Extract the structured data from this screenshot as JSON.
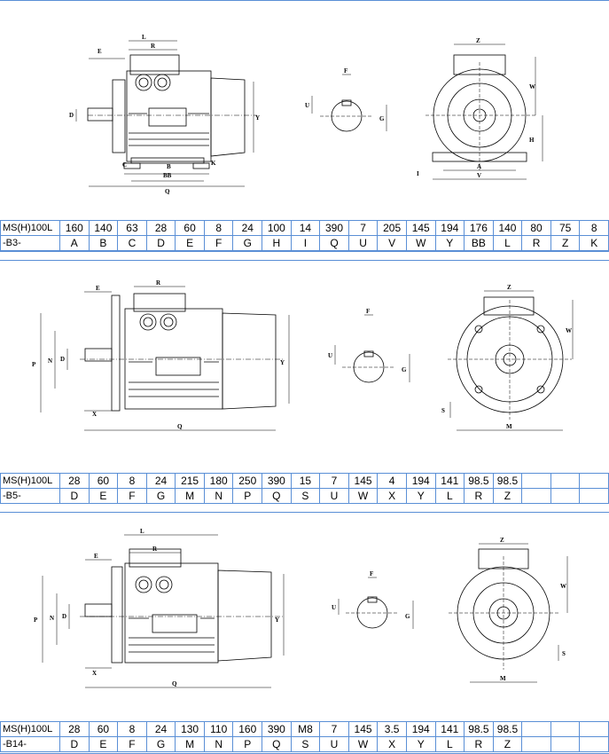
{
  "panels": [
    {
      "id": "b3",
      "model": "MS(H)100L",
      "mount": "-B3-",
      "values": [
        "160",
        "140",
        "63",
        "28",
        "60",
        "8",
        "24",
        "100",
        "14",
        "390",
        "7",
        "205",
        "145",
        "194",
        "176",
        "140",
        "80",
        "75",
        "8"
      ],
      "codes": [
        "A",
        "B",
        "C",
        "D",
        "E",
        "F",
        "G",
        "H",
        "I",
        "Q",
        "U",
        "V",
        "W",
        "Y",
        "BB",
        "L",
        "R",
        "Z",
        "K"
      ],
      "drawing_labels": {
        "side": [
          "L",
          "R",
          "E",
          "D",
          "C",
          "B",
          "BB",
          "K",
          "Q",
          "Y"
        ],
        "key": [
          "F",
          "U",
          "G"
        ],
        "front": [
          "Z",
          "W",
          "H",
          "I",
          "A",
          "V"
        ]
      }
    },
    {
      "id": "b5",
      "model": "MS(H)100L",
      "mount": "-B5-",
      "values": [
        "28",
        "60",
        "8",
        "24",
        "215",
        "180",
        "250",
        "390",
        "15",
        "7",
        "145",
        "4",
        "194",
        "141",
        "98.5",
        "98.5",
        "",
        "",
        ""
      ],
      "codes": [
        "D",
        "E",
        "F",
        "G",
        "M",
        "N",
        "P",
        "Q",
        "S",
        "U",
        "W",
        "X",
        "Y",
        "L",
        "R",
        "Z",
        "",
        "",
        ""
      ],
      "drawing_labels": {
        "side": [
          "E",
          "R",
          "P",
          "N",
          "D",
          "X",
          "Q",
          "Y"
        ],
        "key": [
          "F",
          "U",
          "G"
        ],
        "front": [
          "Z",
          "W",
          "S",
          "M"
        ]
      }
    },
    {
      "id": "b14",
      "model": "MS(H)100L",
      "mount": "-B14-",
      "values": [
        "28",
        "60",
        "8",
        "24",
        "130",
        "110",
        "160",
        "390",
        "M8",
        "7",
        "145",
        "3.5",
        "194",
        "141",
        "98.5",
        "98.5",
        "",
        "",
        ""
      ],
      "codes": [
        "D",
        "E",
        "F",
        "G",
        "M",
        "N",
        "P",
        "Q",
        "S",
        "U",
        "W",
        "X",
        "Y",
        "L",
        "R",
        "Z",
        "",
        "",
        ""
      ],
      "drawing_labels": {
        "side": [
          "L",
          "R",
          "E",
          "P",
          "N",
          "D",
          "X",
          "Q",
          "Y"
        ],
        "key": [
          "F",
          "U",
          "G"
        ],
        "front": [
          "Z",
          "W",
          "S",
          "M"
        ]
      }
    }
  ]
}
